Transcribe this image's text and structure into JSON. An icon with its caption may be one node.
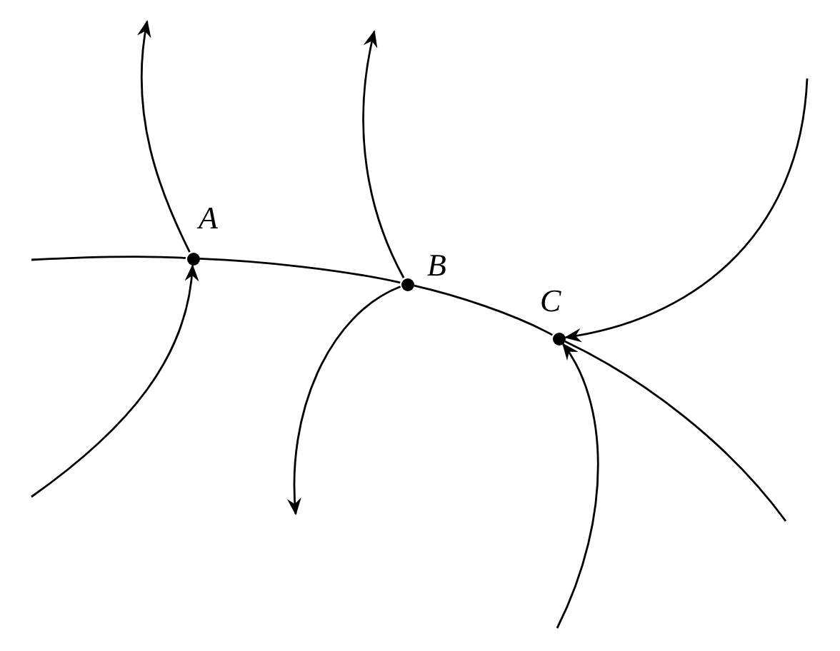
{
  "diagram": {
    "nodes": [
      {
        "text": [],
        "shape": "circle",
        "beside": [
          "A"
        ]
      },
      {
        "text": [],
        "shape": "circle",
        "beside": [
          "B"
        ]
      },
      {
        "text": [],
        "shape": "circle",
        "beside": [
          "C"
        ]
      }
    ],
    "edges": [
      {
        "from": null,
        "to": 0,
        "arrow": "none"
      },
      {
        "from": 0,
        "to": 1,
        "arrow": "none"
      },
      {
        "from": 1,
        "to": 2,
        "arrow": "none"
      },
      {
        "from": 2,
        "to": null,
        "arrow": "none"
      },
      {
        "from": 0,
        "to": null,
        "arrow": "to"
      },
      {
        "from": null,
        "to": 0,
        "arrow": "to"
      },
      {
        "from": 1,
        "to": null,
        "arrow": "to"
      },
      {
        "from": 1,
        "to": null,
        "arrow": "to"
      },
      {
        "from": null,
        "to": 2,
        "arrow": "to"
      },
      {
        "from": null,
        "to": 2,
        "arrow": "to"
      }
    ]
  }
}
